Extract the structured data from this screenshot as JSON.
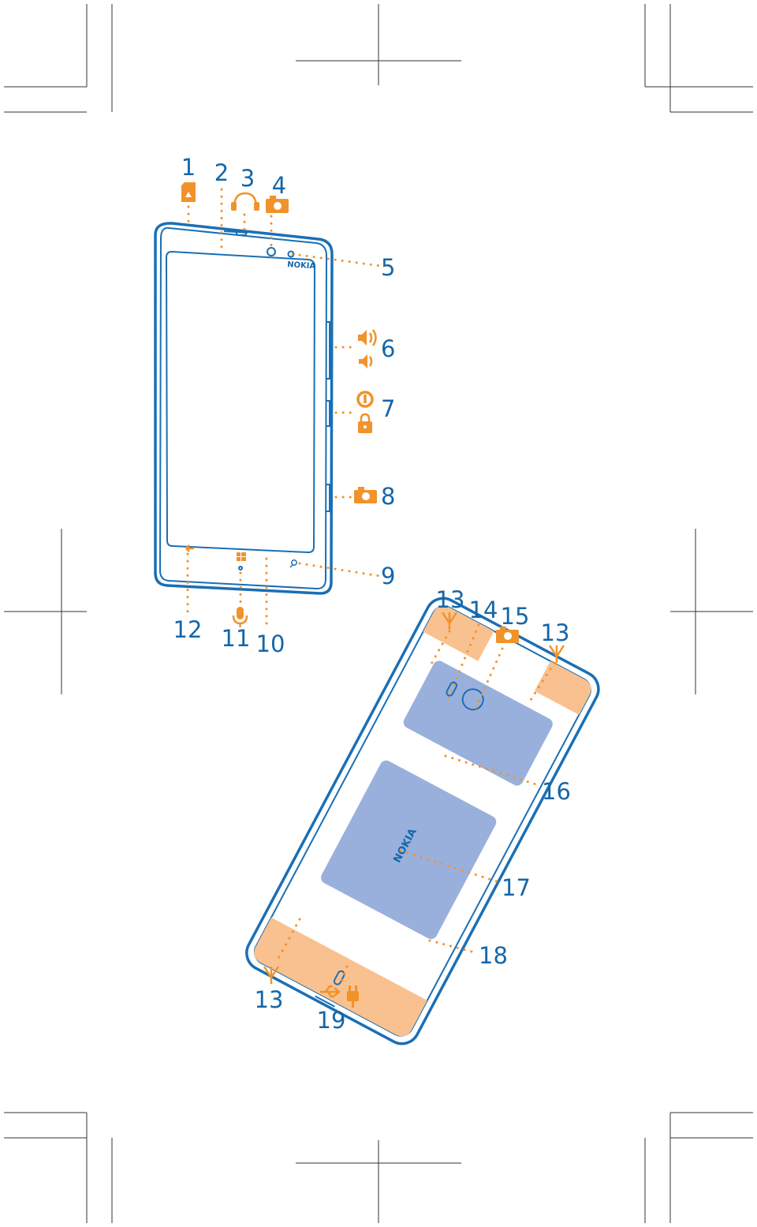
{
  "callouts": {
    "c1": "1",
    "c2": "2",
    "c3": "3",
    "c4": "4",
    "c5": "5",
    "c6": "6",
    "c7": "7",
    "c8": "8",
    "c9": "9",
    "c10": "10",
    "c11": "11",
    "c12": "12",
    "c13a": "13",
    "c14": "14",
    "c15": "15",
    "c13b": "13",
    "c16": "16",
    "c17": "17",
    "c18": "18",
    "c13c": "13",
    "c19": "19"
  },
  "brand_front": "NOKIA",
  "brand_back": "NOKIA",
  "colors": {
    "outline": "#1a6fb5",
    "callout_dots": "#f0932b",
    "numbers": "#1566a8",
    "panel": "#9ab0dc",
    "antenna": "#f9c18f"
  },
  "icons": [
    "sim-card-icon",
    "headset-icon",
    "camera-icon",
    "volume-up-icon",
    "volume-down-icon",
    "power-icon",
    "lock-icon",
    "camera-key-icon",
    "microphone-icon",
    "antenna-icon",
    "usb-icon",
    "charger-plug-icon"
  ]
}
